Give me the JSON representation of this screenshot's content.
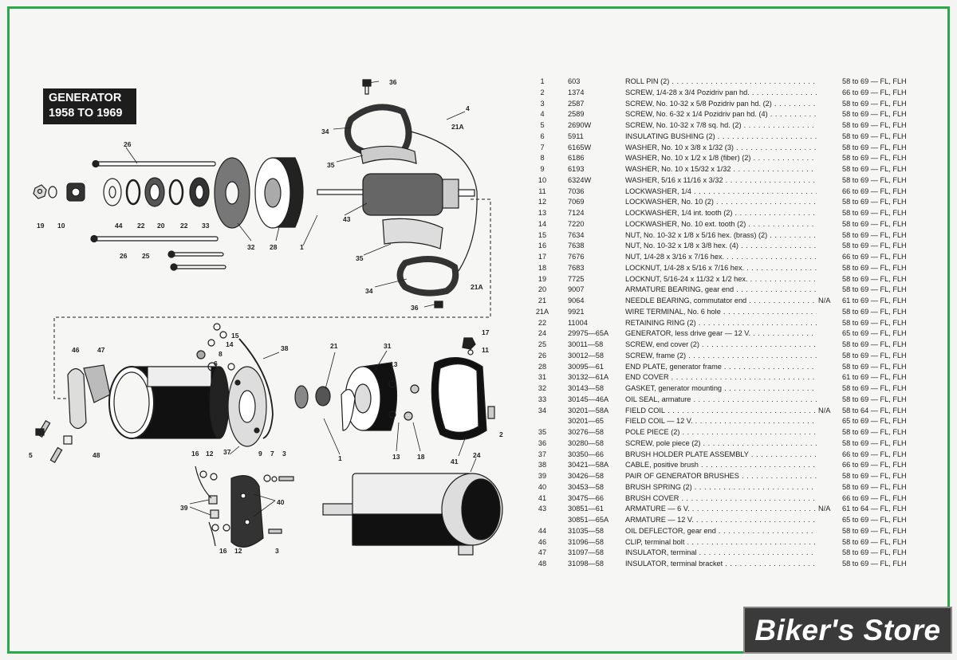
{
  "title_lines": [
    "GENERATOR",
    "1958 TO 1969"
  ],
  "watermark": "Biker's Store",
  "callouts": {
    "c36a": "36",
    "c4": "4",
    "c21a1": "21A",
    "c34a": "34",
    "c35a": "35",
    "c43": "43",
    "c26a": "26",
    "c19": "19",
    "c10": "10",
    "c44": "44",
    "c22a": "22",
    "c20": "20",
    "c22b": "22",
    "c33": "33",
    "c32": "32",
    "c28": "28",
    "c1a": "1",
    "c26b": "26",
    "c25": "25",
    "c35b": "35",
    "c34b": "34",
    "c21a2": "21A",
    "c36b": "36",
    "c46": "46",
    "c47": "47",
    "c15": "15",
    "c14": "14",
    "c8": "8",
    "c6": "6",
    "c38": "38",
    "c21": "21",
    "c31": "31",
    "c13a": "13",
    "c17": "17",
    "c11": "11",
    "c2": "2",
    "c18": "18",
    "c13b": "13",
    "c1b": "1",
    "c41": "41",
    "c24": "24",
    "c5": "5",
    "c48": "48",
    "c37": "37",
    "c16a": "16",
    "c12a": "12",
    "c9": "9",
    "c7": "7",
    "c3a": "3",
    "c39": "39",
    "c40": "40",
    "c16b": "16",
    "c12b": "12",
    "c3b": "3"
  },
  "parts": [
    {
      "ref": "1",
      "pn": "603",
      "desc": "ROLL PIN (2)",
      "na": "",
      "years": "58 to 69 — FL, FLH"
    },
    {
      "ref": "2",
      "pn": "1374",
      "desc": "SCREW, 1/4-28 x 3/4 Pozidriv pan hd.",
      "na": "",
      "years": "66 to 69 — FL, FLH"
    },
    {
      "ref": "3",
      "pn": "2587",
      "desc": "SCREW, No. 10-32 x 5/8 Pozidriv pan hd. (2)",
      "na": "",
      "years": "58 to 69 — FL, FLH"
    },
    {
      "ref": "4",
      "pn": "2589",
      "desc": "SCREW, No. 6-32 x 1/4 Pozidriv pan hd. (4)",
      "na": "",
      "years": "58 to 69 — FL, FLH"
    },
    {
      "ref": "5",
      "pn": "2690W",
      "desc": "SCREW, No. 10-32 x 7/8 sq. hd. (2)",
      "na": "",
      "years": "58 to 69 — FL, FLH"
    },
    {
      "ref": "6",
      "pn": "5911",
      "desc": "INSULATING BUSHING (2)",
      "na": "",
      "years": "58 to 69 — FL, FLH"
    },
    {
      "ref": "7",
      "pn": "6165W",
      "desc": "WASHER, No. 10 x 3/8 x 1/32 (3)",
      "na": "",
      "years": "58 to 69 — FL, FLH"
    },
    {
      "ref": "8",
      "pn": "6186",
      "desc": "WASHER, No. 10 x 1/2 x 1/8 (fiber) (2)",
      "na": "",
      "years": "58 to 69 — FL, FLH"
    },
    {
      "ref": "9",
      "pn": "6193",
      "desc": "WASHER, No. 10 x 15/32 x 1/32",
      "na": "",
      "years": "58 to 69 — FL, FLH"
    },
    {
      "ref": "10",
      "pn": "6324W",
      "desc": "WASHER, 5/16 x 11/16 x 3/32",
      "na": "",
      "years": "58 to 69 — FL, FLH"
    },
    {
      "ref": "11",
      "pn": "7036",
      "desc": "LOCKWASHER, 1/4",
      "na": "",
      "years": "66 to 69 — FL, FLH"
    },
    {
      "ref": "12",
      "pn": "7069",
      "desc": "LOCKWASHER, No. 10 (2)",
      "na": "",
      "years": "58 to 69 — FL, FLH"
    },
    {
      "ref": "13",
      "pn": "7124",
      "desc": "LOCKWASHER, 1/4 int. tooth (2)",
      "na": "",
      "years": "58 to 69 — FL, FLH"
    },
    {
      "ref": "14",
      "pn": "7220",
      "desc": "LOCKWASHER, No. 10 ext. tooth (2)",
      "na": "",
      "years": "58 to 69 — FL, FLH"
    },
    {
      "ref": "15",
      "pn": "7634",
      "desc": "NUT, No. 10-32 x 1/8 x 5/16 hex. (brass) (2)",
      "na": "",
      "years": "58 to 69 — FL, FLH"
    },
    {
      "ref": "16",
      "pn": "7638",
      "desc": "NUT, No. 10-32 x 1/8 x 3/8 hex. (4)",
      "na": "",
      "years": "58 to 69 — FL, FLH"
    },
    {
      "ref": "17",
      "pn": "7676",
      "desc": "NUT, 1/4-28 x 3/16 x 7/16 hex.",
      "na": "",
      "years": "66 to 69 — FL, FLH"
    },
    {
      "ref": "18",
      "pn": "7683",
      "desc": "LOCKNUT, 1/4-28 x 5/16 x 7/16 hex.",
      "na": "",
      "years": "58 to 69 — FL, FLH"
    },
    {
      "ref": "19",
      "pn": "7725",
      "desc": "LOCKNUT, 5/16-24 x 11/32 x 1/2 hex.",
      "na": "",
      "years": "58 to 69 — FL, FLH"
    },
    {
      "ref": "20",
      "pn": "9007",
      "desc": "ARMATURE BEARING, gear end",
      "na": "",
      "years": "58 to 69 — FL, FLH"
    },
    {
      "ref": "21",
      "pn": "9064",
      "desc": "NEEDLE BEARING, commutator end",
      "na": "N/A",
      "years": "61 to 69 — FL, FLH"
    },
    {
      "ref": "21A",
      "pn": "9921",
      "desc": "WIRE TERMINAL, No. 6 hole",
      "na": "",
      "years": "58 to 69 — FL, FLH"
    },
    {
      "ref": "22",
      "pn": "11004",
      "desc": "RETAINING RING (2)",
      "na": "",
      "years": "58 to 69 — FL, FLH"
    },
    {
      "ref": "24",
      "pn": "29975—65A",
      "desc": "GENERATOR, less drive gear — 12 V.",
      "na": "",
      "years": "65 to 69 — FL, FLH"
    },
    {
      "ref": "25",
      "pn": "30011—58",
      "desc": "SCREW, end cover (2)",
      "na": "",
      "years": "58 to 69 — FL, FLH"
    },
    {
      "ref": "26",
      "pn": "30012—58",
      "desc": "SCREW, frame (2)",
      "na": "",
      "years": "58 to 69 — FL, FLH"
    },
    {
      "ref": "28",
      "pn": "30095—61",
      "desc": "END PLATE, generator frame",
      "na": "",
      "years": "58 to 69 — FL, FLH"
    },
    {
      "ref": "31",
      "pn": "30132—61A",
      "desc": "END COVER",
      "na": "",
      "years": "61 to 69 — FL, FLH"
    },
    {
      "ref": "32",
      "pn": "30143—58",
      "desc": "GASKET, generator mounting",
      "na": "",
      "years": "58 to 69 — FL, FLH"
    },
    {
      "ref": "33",
      "pn": "30145—46A",
      "desc": "OIL SEAL, armature",
      "na": "",
      "years": "58 to 69 — FL, FLH"
    },
    {
      "ref": "34",
      "pn": "30201—58A",
      "desc": "FIELD COIL",
      "na": "N/A",
      "years": "58 to 64 — FL, FLH"
    },
    {
      "ref": "",
      "pn": "30201—65",
      "desc": "FIELD COIL — 12 V.",
      "na": "",
      "years": "65 to 69 — FL, FLH"
    },
    {
      "ref": "35",
      "pn": "30276—58",
      "desc": "POLE PIECE (2)",
      "na": "",
      "years": "58 to 69 — FL, FLH"
    },
    {
      "ref": "36",
      "pn": "30280—58",
      "desc": "SCREW, pole piece (2)",
      "na": "",
      "years": "58 to 69 — FL, FLH"
    },
    {
      "ref": "37",
      "pn": "30350—66",
      "desc": "BRUSH HOLDER PLATE ASSEMBLY",
      "na": "",
      "years": "66 to 69 — FL, FLH"
    },
    {
      "ref": "38",
      "pn": "30421—58A",
      "desc": "CABLE, positive brush",
      "na": "",
      "years": "66 to 69 — FL, FLH"
    },
    {
      "ref": "39",
      "pn": "30426—58",
      "desc": "PAIR OF GENERATOR BRUSHES",
      "na": "",
      "years": "58 to 69 — FL, FLH"
    },
    {
      "ref": "40",
      "pn": "30453—58",
      "desc": "BRUSH SPRING (2)",
      "na": "",
      "years": "58 to 69 — FL, FLH"
    },
    {
      "ref": "41",
      "pn": "30475—66",
      "desc": "BRUSH COVER",
      "na": "",
      "years": "66 to 69 — FL, FLH"
    },
    {
      "ref": "43",
      "pn": "30851—61",
      "desc": "ARMATURE — 6 V.",
      "na": "N/A",
      "years": "61 to 64 — FL, FLH"
    },
    {
      "ref": "",
      "pn": "30851—65A",
      "desc": "ARMATURE — 12 V.",
      "na": "",
      "years": "65 to 69 — FL, FLH"
    },
    {
      "ref": "44",
      "pn": "31035—58",
      "desc": "OIL DEFLECTOR, gear end",
      "na": "",
      "years": "58 to 69 — FL, FLH"
    },
    {
      "ref": "46",
      "pn": "31096—58",
      "desc": "CLIP, terminal bolt",
      "na": "",
      "years": "58 to 69 — FL, FLH"
    },
    {
      "ref": "47",
      "pn": "31097—58",
      "desc": "INSULATOR, terminal",
      "na": "",
      "years": "58 to 69 — FL, FLH"
    },
    {
      "ref": "48",
      "pn": "31098—58",
      "desc": "INSULATOR, terminal bracket",
      "na": "",
      "years": "58 to 69 — FL, FLH"
    }
  ]
}
